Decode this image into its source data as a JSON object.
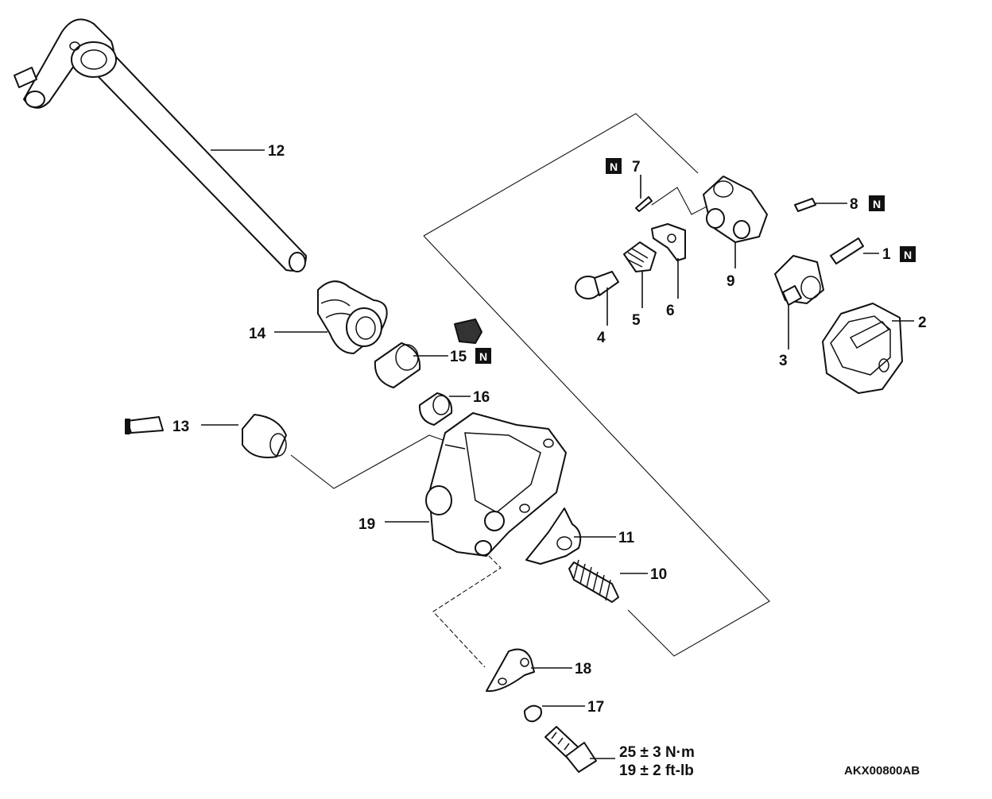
{
  "diagram": {
    "callouts": {
      "p1": "1",
      "p2": "2",
      "p3": "3",
      "p4": "4",
      "p5": "5",
      "p6": "6",
      "p7": "7",
      "p8": "8",
      "p9": "9",
      "p10": "10",
      "p11": "11",
      "p12": "12",
      "p13": "13",
      "p14": "14",
      "p15": "15",
      "p16": "16",
      "p17": "17",
      "p18": "18",
      "p19": "19"
    },
    "new_part_badge": "N",
    "torque_spec": {
      "metric": "25 ± 3 N·m",
      "imperial": "19 ± 2 ft-lb"
    },
    "figure_code": "AKX00800AB"
  }
}
